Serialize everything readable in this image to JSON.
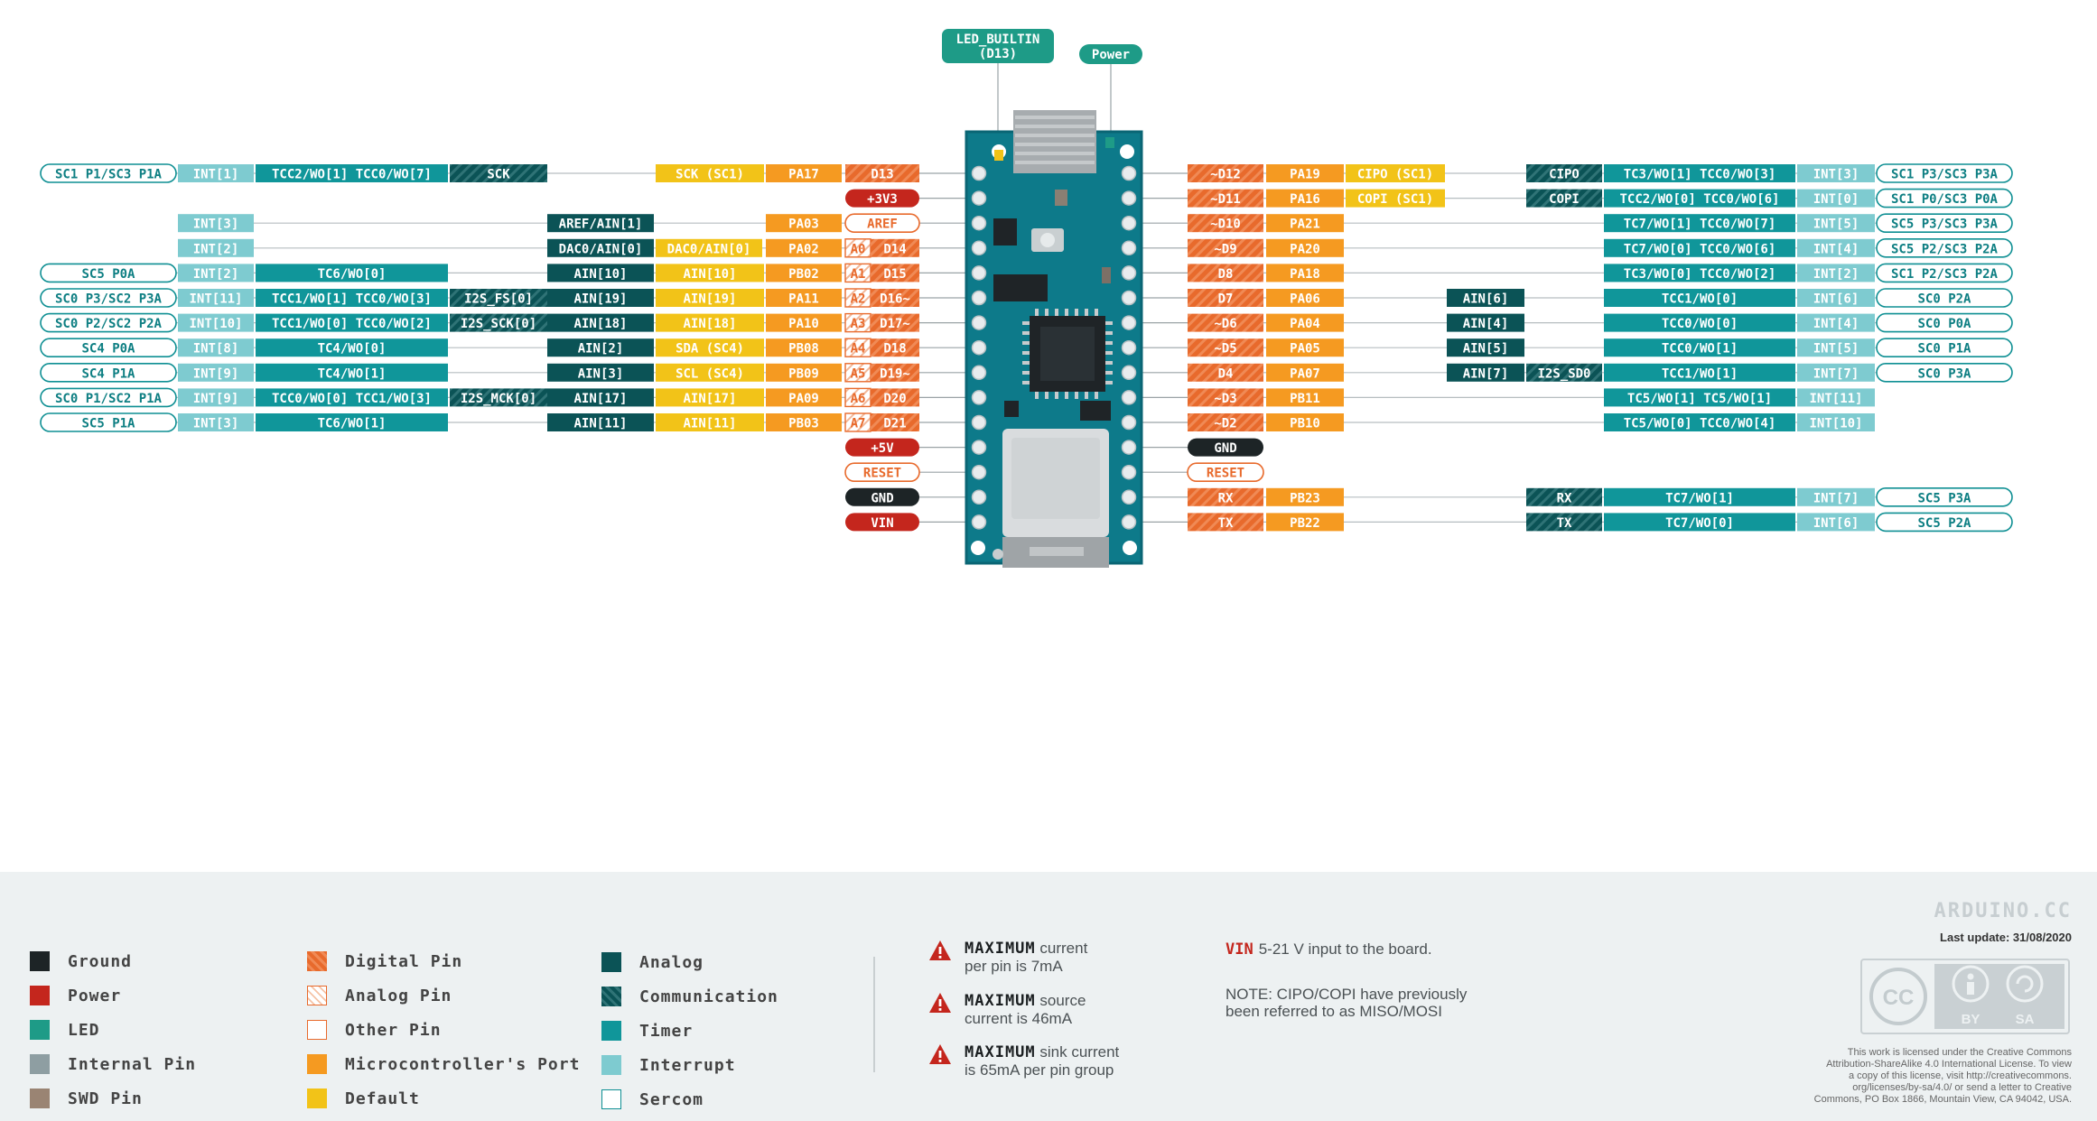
{
  "top_labels": {
    "led_builtin": [
      "LED_BUILTIN",
      "(D13)"
    ],
    "power": "Power"
  },
  "header_pins": [
    {
      "label": "D13",
      "type": "digital"
    },
    {
      "label": "+3V3",
      "type": "power"
    },
    {
      "label": "AREF",
      "type": "other"
    },
    {
      "analog": "A0",
      "label": "D14",
      "type": "digital"
    },
    {
      "analog": "A1",
      "label": "D15",
      "type": "digital"
    },
    {
      "analog": "A2",
      "label": "D16~",
      "type": "digital"
    },
    {
      "analog": "A3",
      "label": "D17~",
      "type": "digital"
    },
    {
      "analog": "A4",
      "label": "D18",
      "type": "digital"
    },
    {
      "analog": "A5",
      "label": "D19~",
      "type": "digital"
    },
    {
      "analog": "A6",
      "label": "D20",
      "type": "digital"
    },
    {
      "analog": "A7",
      "label": "D21",
      "type": "digital"
    },
    {
      "label": "+5V",
      "type": "power"
    },
    {
      "label": "RESET",
      "type": "other"
    },
    {
      "label": "GND",
      "type": "ground"
    },
    {
      "label": "VIN",
      "type": "power"
    }
  ],
  "header_pins_right": [
    {
      "label": "~D12",
      "type": "digital"
    },
    {
      "label": "~D11",
      "type": "digital"
    },
    {
      "label": "~D10",
      "type": "digital"
    },
    {
      "label": "~D9",
      "type": "digital"
    },
    {
      "label": "D8",
      "type": "digital"
    },
    {
      "label": "D7",
      "type": "digital"
    },
    {
      "label": "~D6",
      "type": "digital"
    },
    {
      "label": "~D5",
      "type": "digital"
    },
    {
      "label": "D4",
      "type": "digital"
    },
    {
      "label": "~D3",
      "type": "digital"
    },
    {
      "label": "~D2",
      "type": "digital"
    },
    {
      "label": "GND",
      "type": "ground"
    },
    {
      "label": "RESET",
      "type": "other"
    },
    {
      "label": "RX",
      "type": "digital"
    },
    {
      "label": "TX",
      "type": "digital"
    }
  ],
  "left_rows": [
    [
      {
        "t": "SCK",
        "type": "comm",
        "col": 5
      },
      {
        "t": "TCC2/WO[1] TCC0/WO[7]",
        "type": "timer",
        "col": 3
      },
      {
        "t": "INT[1]",
        "type": "interrupt",
        "col": 2
      },
      {
        "t": "SC1 P1/SC3 P1A",
        "type": "sercom",
        "col": 1
      },
      {
        "t": "SCK (SC1)",
        "type": "default",
        "col": 8
      },
      {
        "t": "PA17",
        "type": "port",
        "col": 9
      }
    ],
    [],
    [
      {
        "t": "AREF/AIN[1]",
        "type": "analog",
        "col": 6
      },
      {
        "t": "INT[3]",
        "type": "interrupt",
        "col": 2
      },
      {
        "t": "PA03",
        "type": "port",
        "col": 9
      }
    ],
    [
      {
        "t": "DAC0/AIN[0]",
        "type": "analog",
        "col": 6
      },
      {
        "t": "INT[2]",
        "type": "interrupt",
        "col": 2
      },
      {
        "t": "DAC0/AIN[0]",
        "type": "default",
        "col": 7
      },
      {
        "t": "PA02",
        "type": "port",
        "col": 9
      }
    ],
    [
      {
        "t": "AIN[10]",
        "type": "analog",
        "col": 6
      },
      {
        "t": "TC6/WO[0]",
        "type": "timer",
        "col": 3
      },
      {
        "t": "INT[2]",
        "type": "interrupt",
        "col": 2
      },
      {
        "t": "SC5 P0A",
        "type": "sercom",
        "col": 1
      },
      {
        "t": "AIN[10]",
        "type": "default",
        "col": 8
      },
      {
        "t": "PB02",
        "type": "port",
        "col": 9
      }
    ],
    [
      {
        "t": "AIN[19]",
        "type": "analog",
        "col": 6
      },
      {
        "t": "I2S_FS[0]",
        "type": "comm",
        "col": 5
      },
      {
        "t": "TCC1/WO[1] TCC0/WO[3]",
        "type": "timer",
        "col": 3
      },
      {
        "t": "INT[11]",
        "type": "interrupt",
        "col": 2
      },
      {
        "t": "SC0 P3/SC2 P3A",
        "type": "sercom",
        "col": 1
      },
      {
        "t": "AIN[19]",
        "type": "default",
        "col": 8
      },
      {
        "t": "PA11",
        "type": "port",
        "col": 9
      }
    ],
    [
      {
        "t": "AIN[18]",
        "type": "analog",
        "col": 6
      },
      {
        "t": "I2S_SCK[0]",
        "type": "comm",
        "col": 5
      },
      {
        "t": "TCC1/WO[0] TCC0/WO[2]",
        "type": "timer",
        "col": 3
      },
      {
        "t": "INT[10]",
        "type": "interrupt",
        "col": 2
      },
      {
        "t": "SC0 P2/SC2 P2A",
        "type": "sercom",
        "col": 1
      },
      {
        "t": "AIN[18]",
        "type": "default",
        "col": 8
      },
      {
        "t": "PA10",
        "type": "port",
        "col": 9
      }
    ],
    [
      {
        "t": "AIN[2]",
        "type": "analog",
        "col": 6
      },
      {
        "t": "TC4/WO[0]",
        "type": "timer",
        "col": 3
      },
      {
        "t": "INT[8]",
        "type": "interrupt",
        "col": 2
      },
      {
        "t": "SC4 P0A",
        "type": "sercom",
        "col": 1
      },
      {
        "t": "SDA (SC4)",
        "type": "default",
        "col": 8
      },
      {
        "t": "PB08",
        "type": "port",
        "col": 9
      }
    ],
    [
      {
        "t": "AIN[3]",
        "type": "analog",
        "col": 6
      },
      {
        "t": "TC4/WO[1]",
        "type": "timer",
        "col": 3
      },
      {
        "t": "INT[9]",
        "type": "interrupt",
        "col": 2
      },
      {
        "t": "SC4 P1A",
        "type": "sercom",
        "col": 1
      },
      {
        "t": "SCL (SC4)",
        "type": "default",
        "col": 8
      },
      {
        "t": "PB09",
        "type": "port",
        "col": 9
      }
    ],
    [
      {
        "t": "AIN[17]",
        "type": "analog",
        "col": 6
      },
      {
        "t": "I2S_MCK[0]",
        "type": "comm",
        "col": 5
      },
      {
        "t": "TCC0/WO[0] TCC1/WO[3]",
        "type": "timer",
        "col": 3
      },
      {
        "t": "INT[9]",
        "type": "interrupt",
        "col": 2
      },
      {
        "t": "SC0 P1/SC2 P1A",
        "type": "sercom",
        "col": 1
      },
      {
        "t": "AIN[17]",
        "type": "default",
        "col": 8
      },
      {
        "t": "PA09",
        "type": "port",
        "col": 9
      }
    ],
    [
      {
        "t": "AIN[11]",
        "type": "analog",
        "col": 6
      },
      {
        "t": "TC6/WO[1]",
        "type": "timer",
        "col": 3
      },
      {
        "t": "INT[3]",
        "type": "interrupt",
        "col": 2
      },
      {
        "t": "SC5 P1A",
        "type": "sercom",
        "col": 1
      },
      {
        "t": "AIN[11]",
        "type": "default",
        "col": 8
      },
      {
        "t": "PB03",
        "type": "port",
        "col": 9
      }
    ]
  ],
  "right_rows": [
    [
      {
        "t": "PA19",
        "type": "port",
        "col": 1
      },
      {
        "t": "CIPO (SC1)",
        "type": "default",
        "col": 2
      },
      {
        "t": "CIPO",
        "type": "comm",
        "col": 4
      },
      {
        "t": "TC3/WO[1] TCC0/WO[3]",
        "type": "timer",
        "col": 5
      },
      {
        "t": "INT[3]",
        "type": "interrupt",
        "col": 6
      },
      {
        "t": "SC1 P3/SC3 P3A",
        "type": "sercom",
        "col": 7
      }
    ],
    [
      {
        "t": "PA16",
        "type": "port",
        "col": 1
      },
      {
        "t": "COPI (SC1)",
        "type": "default",
        "col": 2
      },
      {
        "t": "COPI",
        "type": "comm",
        "col": 4
      },
      {
        "t": "TCC2/WO[0] TCC0/WO[6]",
        "type": "timer",
        "col": 5
      },
      {
        "t": "INT[0]",
        "type": "interrupt",
        "col": 6
      },
      {
        "t": "SC1 P0/SC3 P0A",
        "type": "sercom",
        "col": 7
      }
    ],
    [
      {
        "t": "PA21",
        "type": "port",
        "col": 1
      },
      {
        "t": "TC7/WO[1] TCC0/WO[7]",
        "type": "timer",
        "col": 5
      },
      {
        "t": "INT[5]",
        "type": "interrupt",
        "col": 6
      },
      {
        "t": "SC5 P3/SC3 P3A",
        "type": "sercom",
        "col": 7
      }
    ],
    [
      {
        "t": "PA20",
        "type": "port",
        "col": 1
      },
      {
        "t": "TC7/WO[0] TCC0/WO[6]",
        "type": "timer",
        "col": 5
      },
      {
        "t": "INT[4]",
        "type": "interrupt",
        "col": 6
      },
      {
        "t": "SC5 P2/SC3 P2A",
        "type": "sercom",
        "col": 7
      }
    ],
    [
      {
        "t": "PA18",
        "type": "port",
        "col": 1
      },
      {
        "t": "TC3/WO[0] TCC0/WO[2]",
        "type": "timer",
        "col": 5
      },
      {
        "t": "INT[2]",
        "type": "interrupt",
        "col": 6
      },
      {
        "t": "SC1 P2/SC3 P2A",
        "type": "sercom",
        "col": 7
      }
    ],
    [
      {
        "t": "PA06",
        "type": "port",
        "col": 1
      },
      {
        "t": "AIN[6]",
        "type": "analog",
        "col": 3
      },
      {
        "t": "TCC1/WO[0]",
        "type": "timer",
        "col": 5
      },
      {
        "t": "INT[6]",
        "type": "interrupt",
        "col": 6
      },
      {
        "t": "SC0 P2A",
        "type": "sercom",
        "col": 7
      }
    ],
    [
      {
        "t": "PA04",
        "type": "port",
        "col": 1
      },
      {
        "t": "AIN[4]",
        "type": "analog",
        "col": 3
      },
      {
        "t": "TCC0/WO[0]",
        "type": "timer",
        "col": 5
      },
      {
        "t": "INT[4]",
        "type": "interrupt",
        "col": 6
      },
      {
        "t": "SC0 P0A",
        "type": "sercom",
        "col": 7
      }
    ],
    [
      {
        "t": "PA05",
        "type": "port",
        "col": 1
      },
      {
        "t": "AIN[5]",
        "type": "analog",
        "col": 3
      },
      {
        "t": "TCC0/WO[1]",
        "type": "timer",
        "col": 5
      },
      {
        "t": "INT[5]",
        "type": "interrupt",
        "col": 6
      },
      {
        "t": "SC0 P1A",
        "type": "sercom",
        "col": 7
      }
    ],
    [
      {
        "t": "PA07",
        "type": "port",
        "col": 1
      },
      {
        "t": "AIN[7]",
        "type": "analog",
        "col": 3
      },
      {
        "t": "I2S_SD0",
        "type": "comm",
        "col": 4
      },
      {
        "t": "TCC1/WO[1]",
        "type": "timer",
        "col": 5
      },
      {
        "t": "INT[7]",
        "type": "interrupt",
        "col": 6
      },
      {
        "t": "SC0 P3A",
        "type": "sercom",
        "col": 7
      }
    ],
    [
      {
        "t": "PB11",
        "type": "port",
        "col": 1
      },
      {
        "t": "TC5/WO[1] TC5/WO[1]",
        "type": "timer",
        "col": 5
      },
      {
        "t": "INT[11]",
        "type": "interrupt",
        "col": 6
      }
    ],
    [
      {
        "t": "PB10",
        "type": "port",
        "col": 1
      },
      {
        "t": "TC5/WO[0] TCC0/WO[4]",
        "type": "timer",
        "col": 5
      },
      {
        "t": "INT[10]",
        "type": "interrupt",
        "col": 6
      }
    ],
    [],
    [],
    [
      {
        "t": "PB23",
        "type": "port",
        "col": 1
      },
      {
        "t": "RX",
        "type": "comm",
        "col": 4
      },
      {
        "t": "TC7/WO[1]",
        "type": "timer",
        "col": 5
      },
      {
        "t": "INT[7]",
        "type": "interrupt",
        "col": 6
      },
      {
        "t": "SC5 P3A",
        "type": "sercom",
        "col": 7
      }
    ],
    [
      {
        "t": "PB22",
        "type": "port",
        "col": 1
      },
      {
        "t": "TX",
        "type": "comm",
        "col": 4
      },
      {
        "t": "TC7/WO[0]",
        "type": "timer",
        "col": 5
      },
      {
        "t": "INT[6]",
        "type": "interrupt",
        "col": 6
      },
      {
        "t": "SC5 P2A",
        "type": "sercom",
        "col": 7
      }
    ]
  ],
  "colors": {
    "ground": "#1d2426",
    "power": "#c4261d",
    "led": "#1e9b87",
    "internal": "#8e9ea2",
    "swd": "#9a8473",
    "digital": "#e86a2c",
    "analog_pin": "#e86a2c",
    "other": "#e86a2c",
    "port": "#f59a21",
    "default": "#f2c318",
    "analog": "#0b5356",
    "comm": "#0b5356",
    "timer": "#10969a",
    "interrupt": "#7ecbd0",
    "sercom": "#0e8f93",
    "board": "#0d7a8a",
    "board_edge": "#0a6574"
  },
  "legend": [
    {
      "label": "Ground",
      "type": "ground"
    },
    {
      "label": "Power",
      "type": "power"
    },
    {
      "label": "LED",
      "type": "led"
    },
    {
      "label": "Internal Pin",
      "type": "internal"
    },
    {
      "label": "SWD Pin",
      "type": "swd"
    },
    {
      "label": "Digital Pin",
      "type": "digital"
    },
    {
      "label": "Analog Pin",
      "type": "analog_pin"
    },
    {
      "label": "Other Pin",
      "type": "other"
    },
    {
      "label": "Microcontroller's Port",
      "type": "port"
    },
    {
      "label": "Default",
      "type": "default"
    },
    {
      "label": "Analog",
      "type": "analog"
    },
    {
      "label": "Communication",
      "type": "comm"
    },
    {
      "label": "Timer",
      "type": "timer"
    },
    {
      "label": "Interrupt",
      "type": "interrupt"
    },
    {
      "label": "Sercom",
      "type": "sercom"
    }
  ],
  "warnings": [
    {
      "bold": "MAXIMUM",
      "line1": " current",
      "line2": "per pin is 7mA"
    },
    {
      "bold": "MAXIMUM",
      "line1": " source",
      "line2": "current is 46mA"
    },
    {
      "bold": "MAXIMUM",
      "line1": " sink current",
      "line2": "is 65mA per pin group"
    }
  ],
  "notes": {
    "vin_label": "VIN",
    "vin_text": "5-21 V input to the board.",
    "note_line1": "NOTE: CIPO/COPI have previously",
    "note_line2": "been referred to as MISO/MOSI"
  },
  "brand": "ARDUINO.CC",
  "last_update": "Last update: 31/08/2020",
  "cc_badges": {
    "by": "BY",
    "sa": "SA",
    "cc": "CC"
  },
  "license_lines": [
    "This work is licensed under the Creative Commons",
    "Attribution-ShareAlike 4.0 International License. To view",
    "a copy of this license, visit http://creativecommons.",
    "org/licenses/by-sa/4.0/ or send a letter to Creative",
    "Commons, PO Box 1866, Mountain View, CA 94042, USA."
  ]
}
